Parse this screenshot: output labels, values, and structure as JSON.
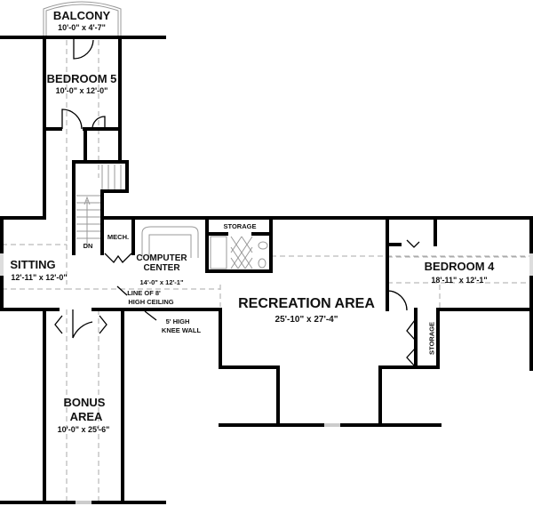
{
  "rooms": {
    "balcony": {
      "name": "BALCONY",
      "size": "10'-0\" x 4'-7\""
    },
    "bedroom5": {
      "name": "BEDROOM 5",
      "size": "10'-0\" x 12'-0\""
    },
    "sitting": {
      "name": "SITTING",
      "size": "12'-11\" x 12'-0\""
    },
    "computer_center": {
      "name_line1": "COMPUTER",
      "name_line2": "CENTER",
      "size": "14'-0\" x 12'-1\""
    },
    "recreation": {
      "name": "RECREATION AREA",
      "size": "25'-10\" x 27'-4\""
    },
    "bedroom4": {
      "name": "BEDROOM 4",
      "size": "18'-11\" x 12'-1\""
    },
    "bonus": {
      "name_line1": "BONUS",
      "name_line2": "AREA",
      "size": "10'-0\" x 25'-6\""
    }
  },
  "labels": {
    "mech": "MECH.",
    "dn": "DN",
    "storage_top": "STORAGE",
    "storage_side": "STORAGE",
    "ceiling_line1": "LINE OF 8'",
    "ceiling_line2": "HIGH CEILING",
    "knee_line1": "5' HIGH",
    "knee_line2": "KNEE WALL"
  }
}
